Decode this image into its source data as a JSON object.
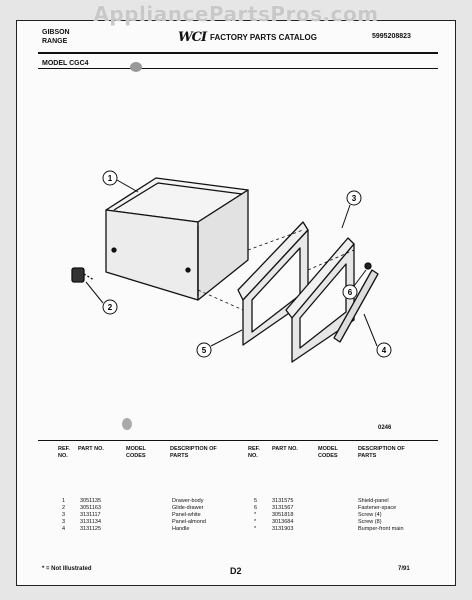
{
  "watermark": "AppliancePartsPros.com",
  "header": {
    "brand_line1": "GIBSON",
    "brand_line2": "RANGE",
    "logo": "WCI",
    "catalog_title": "FACTORY PARTS CATALOG",
    "catalog_number": "5995208823",
    "model_label": "MODEL CGC4"
  },
  "diagram": {
    "callouts": [
      "1",
      "2",
      "3",
      "4",
      "5",
      "6"
    ],
    "code": "0246"
  },
  "table_left": {
    "headers": [
      "REF. NO.",
      "PART NO.",
      "MODEL CODES",
      "DESCRIPTION OF PARTS"
    ],
    "rows": [
      {
        "ref": "1",
        "part": "3051135",
        "codes": "",
        "desc": "Drawer-body"
      },
      {
        "ref": "2",
        "part": "3051163",
        "codes": "",
        "desc": "Glide-drawer"
      },
      {
        "ref": "3",
        "part": "3131117",
        "codes": "",
        "desc": "Panel-white"
      },
      {
        "ref": "3",
        "part": "3131134",
        "codes": "",
        "desc": "Panel-almond"
      },
      {
        "ref": "4",
        "part": "3131125",
        "codes": "",
        "desc": "Handle"
      }
    ]
  },
  "table_right": {
    "headers": [
      "REF. NO.",
      "PART NO.",
      "MODEL CODES",
      "DESCRIPTION OF PARTS"
    ],
    "rows": [
      {
        "ref": "5",
        "part": "3131575",
        "codes": "",
        "desc": "Shield-panel"
      },
      {
        "ref": "6",
        "part": "3131567",
        "codes": "",
        "desc": "Fastener-space"
      },
      {
        "ref": "*",
        "part": "3051818",
        "codes": "",
        "desc": "Screw (4)"
      },
      {
        "ref": "*",
        "part": "3013684",
        "codes": "",
        "desc": "Screw (8)"
      },
      {
        "ref": "*",
        "part": "3131903",
        "codes": "",
        "desc": "Bumper-front main"
      }
    ]
  },
  "footer": {
    "note": "* = Not Illustrated",
    "page": "D2",
    "date": "7/91"
  }
}
